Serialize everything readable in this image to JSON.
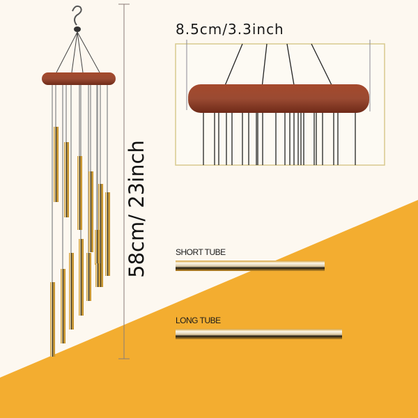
{
  "dimensions": {
    "height_label": "58cm/ 23inch",
    "width_label": "8.5cm/3.3inch"
  },
  "tubes": {
    "short_label": "SHORT TUBE",
    "long_label": "LONG TUBE"
  },
  "colors": {
    "background": "#fdf8f0",
    "accent_orange": "#f3ad30",
    "wood": "#8e3b24",
    "tube_gold": "#d9a43a",
    "inset_border": "#d8c98e"
  }
}
